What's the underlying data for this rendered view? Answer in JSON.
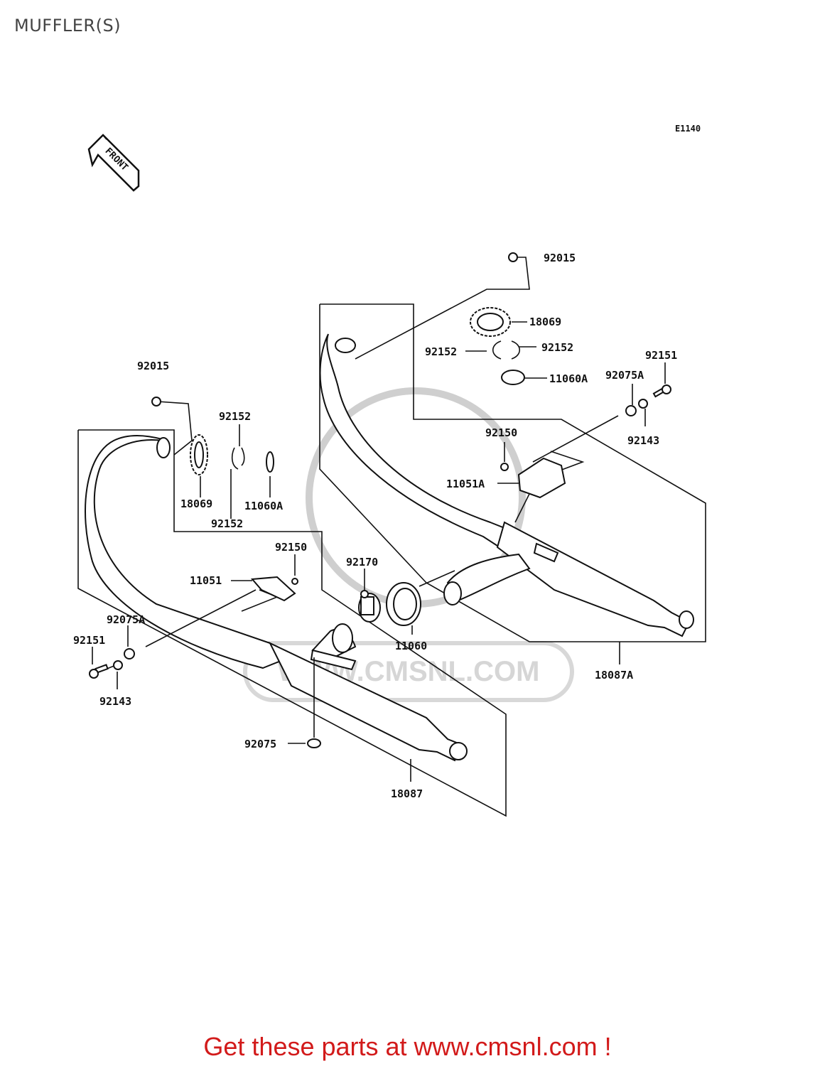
{
  "page_title": "MUFFLER(S)",
  "diagram_code": "E1140",
  "front_arrow_label": "FRONT",
  "watermark_text": "WWW.CMSNL.COM",
  "footer_text": "Get these parts at www.cmsnl.com !",
  "colors": {
    "footer": "#d21a1a",
    "ink": "#111111",
    "watermark": "#d0d0d0"
  },
  "callouts": {
    "upper_92015": "92015",
    "upper_18069": "18069",
    "upper_92152_left": "92152",
    "upper_92152_right": "92152",
    "upper_92151": "92151",
    "upper_11060A": "11060A",
    "upper_92075A": "92075A",
    "upper_92143": "92143",
    "upper_92150": "92150",
    "upper_11051A": "11051A",
    "upper_18087A": "18087A",
    "lower_92015": "92015",
    "lower_92152_top": "92152",
    "lower_18069": "18069",
    "lower_11060A": "11060A",
    "lower_92152_bottom": "92152",
    "lower_92150": "92150",
    "lower_92170": "92170",
    "lower_11051": "11051",
    "lower_92075A": "92075A",
    "lower_92151": "92151",
    "lower_11060": "11060",
    "lower_92143": "92143",
    "lower_92075": "92075",
    "lower_18087": "18087"
  }
}
